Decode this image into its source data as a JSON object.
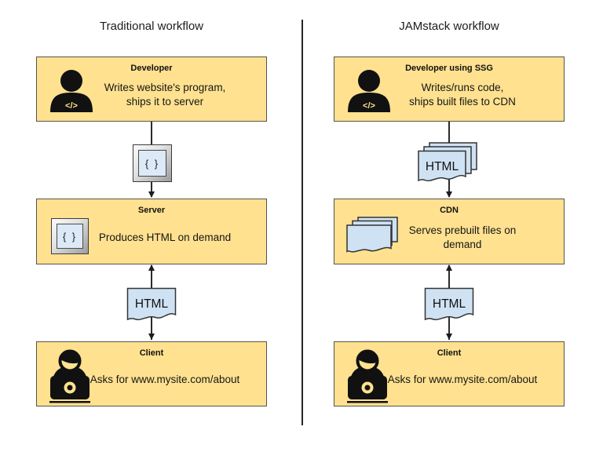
{
  "diagram": {
    "left": {
      "title": "Traditional workflow",
      "nodes": {
        "developer": {
          "title": "Developer",
          "body": "Writes website's program,\nships it to server"
        },
        "server": {
          "title": "Server",
          "body": "Produces HTML on demand"
        },
        "client": {
          "title": "Client",
          "body": "Asks for www.mysite.com/about"
        }
      }
    },
    "right": {
      "title": "JAMstack workflow",
      "nodes": {
        "developer": {
          "title": "Developer using SSG",
          "body": "Writes/runs code,\nships built files to CDN"
        },
        "cdn": {
          "title": "CDN",
          "body": "Serves prebuilt files on\ndemand"
        },
        "client": {
          "title": "Client",
          "body": "Asks for www.mysite.com/about"
        }
      }
    },
    "icons": {
      "code_badge": "</>",
      "key_glyph": "{ }",
      "html_label": "HTML"
    },
    "colors": {
      "box_fill": "#ffe18f",
      "box_border": "#545454",
      "document_fill": "#cfe2f3",
      "line": "#2b2b2b",
      "icon_black": "#111111",
      "key_face": "#dce9f7"
    }
  }
}
